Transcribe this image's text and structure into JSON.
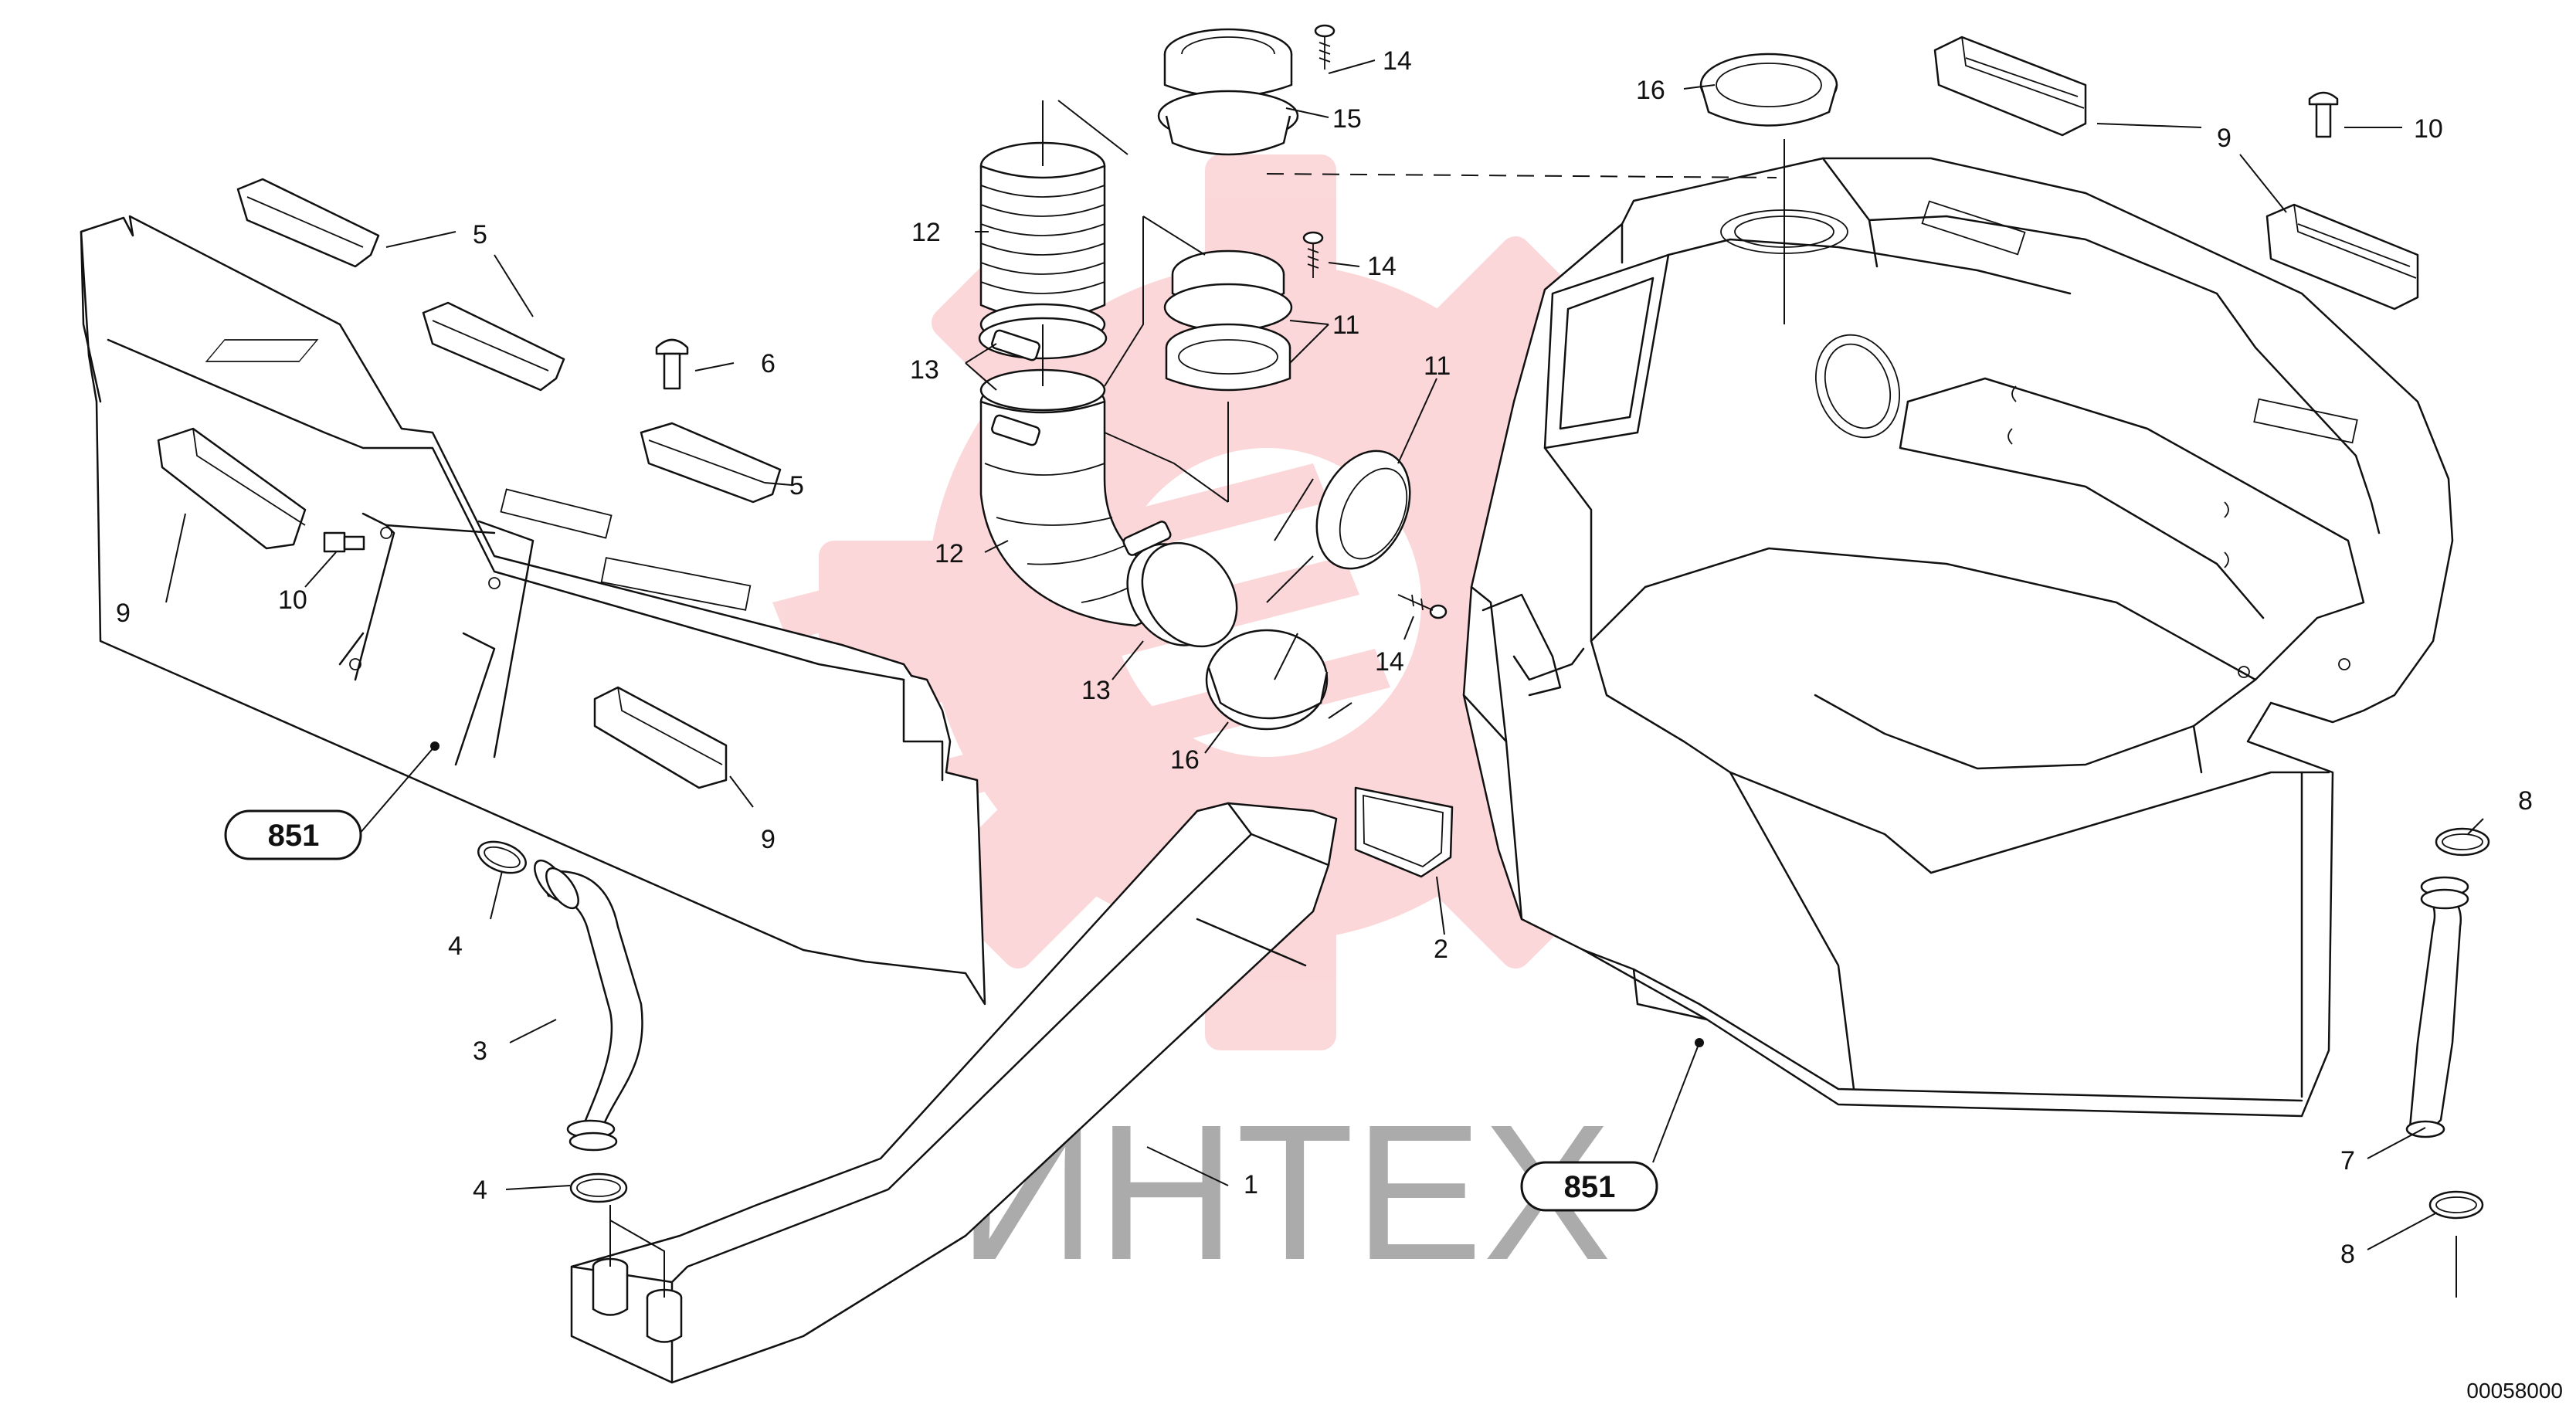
{
  "diagram": {
    "document_number": "00058000",
    "watermark_text": "ИНТЕХ",
    "watermark_color": "#e8101a",
    "line_color": "#111111",
    "reference_labels": [
      {
        "id": "ref-851-left",
        "text": "851"
      },
      {
        "id": "ref-851-right",
        "text": "851"
      }
    ],
    "callouts": [
      {
        "id": "c-1",
        "text": "1"
      },
      {
        "id": "c-2",
        "text": "2"
      },
      {
        "id": "c-3",
        "text": "3"
      },
      {
        "id": "c-4a",
        "text": "4"
      },
      {
        "id": "c-4b",
        "text": "4"
      },
      {
        "id": "c-5a",
        "text": "5"
      },
      {
        "id": "c-5b",
        "text": "5"
      },
      {
        "id": "c-6",
        "text": "6"
      },
      {
        "id": "c-7",
        "text": "7"
      },
      {
        "id": "c-8a",
        "text": "8"
      },
      {
        "id": "c-8b",
        "text": "8"
      },
      {
        "id": "c-9a",
        "text": "9"
      },
      {
        "id": "c-9b",
        "text": "9"
      },
      {
        "id": "c-9c",
        "text": "9"
      },
      {
        "id": "c-10a",
        "text": "10"
      },
      {
        "id": "c-10b",
        "text": "10"
      },
      {
        "id": "c-11a",
        "text": "11"
      },
      {
        "id": "c-11b",
        "text": "11"
      },
      {
        "id": "c-12a",
        "text": "12"
      },
      {
        "id": "c-12b",
        "text": "12"
      },
      {
        "id": "c-13a",
        "text": "13"
      },
      {
        "id": "c-13b",
        "text": "13"
      },
      {
        "id": "c-14a",
        "text": "14"
      },
      {
        "id": "c-14b",
        "text": "14"
      },
      {
        "id": "c-14c",
        "text": "14"
      },
      {
        "id": "c-15",
        "text": "15"
      },
      {
        "id": "c-16a",
        "text": "16"
      },
      {
        "id": "c-16b",
        "text": "16"
      }
    ]
  }
}
